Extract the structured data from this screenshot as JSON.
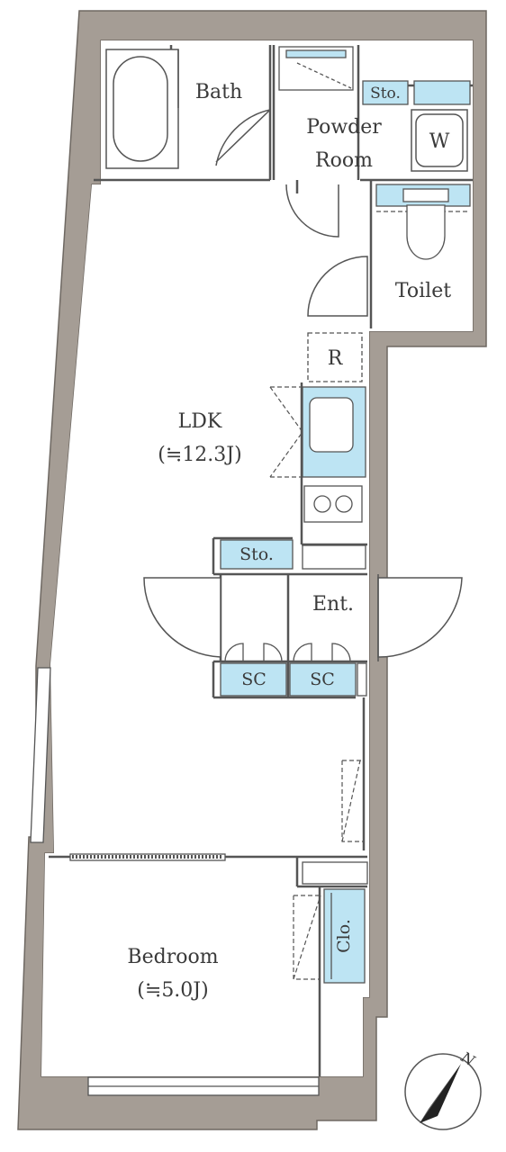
{
  "rooms": {
    "bath": "Bath",
    "powder_room_line1": "Powder",
    "powder_room_line2": "Room",
    "storage_top": "Sto.",
    "washer": "W",
    "toilet": "Toilet",
    "refrigerator": "R",
    "ldk": "LDK",
    "ldk_area": "(≒12.3J)",
    "storage_mid": "Sto.",
    "entrance": "Ent.",
    "shoe_closet_left": "SC",
    "shoe_closet_right": "SC",
    "bedroom": "Bedroom",
    "bedroom_area": "(≒5.0J)",
    "closet": "Clo."
  },
  "compass": {
    "north": "N"
  },
  "colors": {
    "wall": "#a59d95",
    "wall_stroke": "#6e6862",
    "fixture_fill": "#bde4f3",
    "line": "#555555"
  }
}
